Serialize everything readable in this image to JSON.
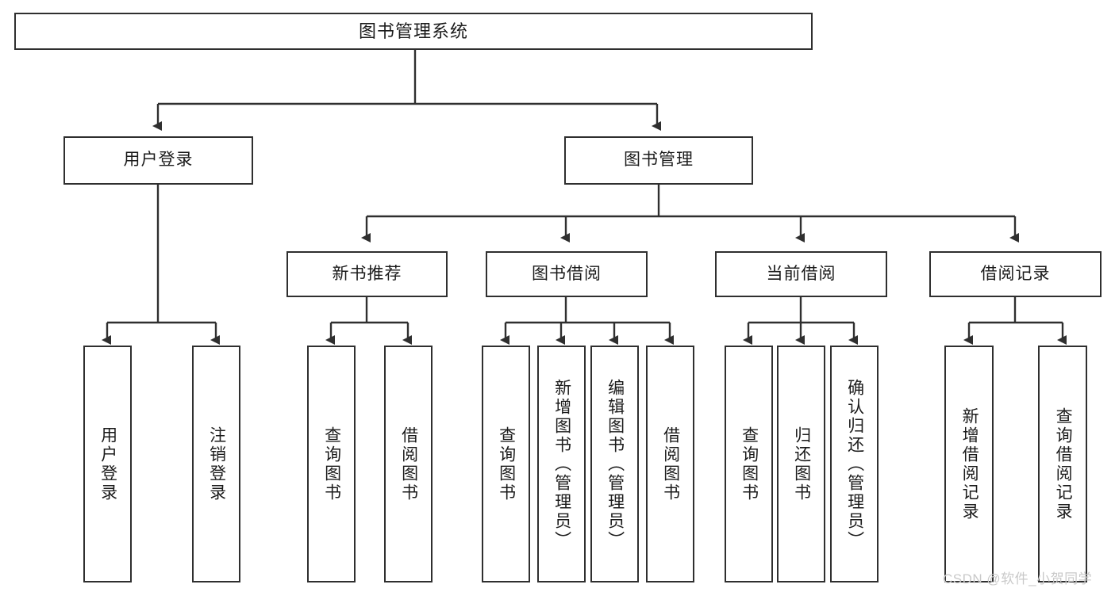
{
  "diagram": {
    "title": "图书管理系统",
    "type": "hierarchy-tree",
    "levels": 4,
    "colors": {
      "box_border": "#2f2f2f",
      "box_fill": "#ffffff",
      "connector": "#2f2f2f",
      "text": "#1b1b1b",
      "watermark": "#c9c9c9"
    }
  },
  "nodes": {
    "root": {
      "label": "图书管理系统"
    },
    "level2": [
      {
        "label": "用户登录"
      },
      {
        "label": "图书管理"
      }
    ],
    "level3": [
      {
        "label": "新书推荐"
      },
      {
        "label": "图书借阅"
      },
      {
        "label": "当前借阅"
      },
      {
        "label": "借阅记录"
      }
    ],
    "leaves": {
      "user_login": [
        {
          "label": "用户登录"
        },
        {
          "label": "注销登录"
        }
      ],
      "new_book_recommend": [
        {
          "label": "查询图书"
        },
        {
          "label": "借阅图书"
        }
      ],
      "book_borrow": [
        {
          "label": "查询图书"
        },
        {
          "label": "新增图书（管理员）"
        },
        {
          "label": "编辑图书（管理员）"
        },
        {
          "label": "借阅图书"
        }
      ],
      "current_borrow": [
        {
          "label": "查询图书"
        },
        {
          "label": "归还图书"
        },
        {
          "label": "确认归还（管理员）"
        }
      ],
      "borrow_record": [
        {
          "label": "新增借阅记录"
        },
        {
          "label": "查询借阅记录"
        }
      ]
    }
  },
  "watermark": {
    "text": "CSDN @软件_小贺同学"
  }
}
